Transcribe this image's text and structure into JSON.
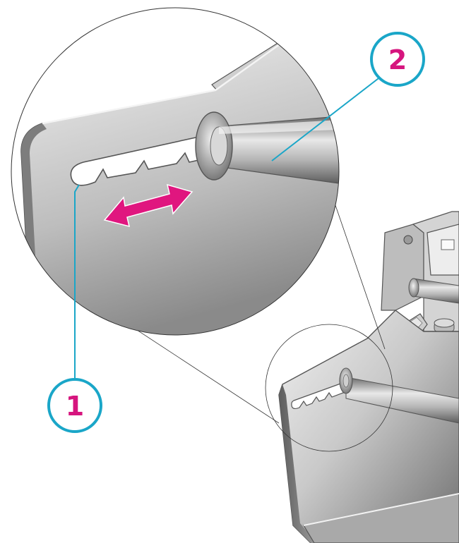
{
  "colors": {
    "callout_ring": "#1aa6c8",
    "callout_digit": "#d6157e",
    "arrow": "#e0167f",
    "leader": "#1aa6c8",
    "outline": "#555555",
    "metal_dark": "#6d6d6d",
    "metal_light": "#e9e9e9"
  },
  "callouts": [
    {
      "id": "1",
      "label": "1"
    },
    {
      "id": "2",
      "label": "2"
    }
  ],
  "icons": {
    "adjust_arrow": "double-headed-arrow-icon"
  }
}
